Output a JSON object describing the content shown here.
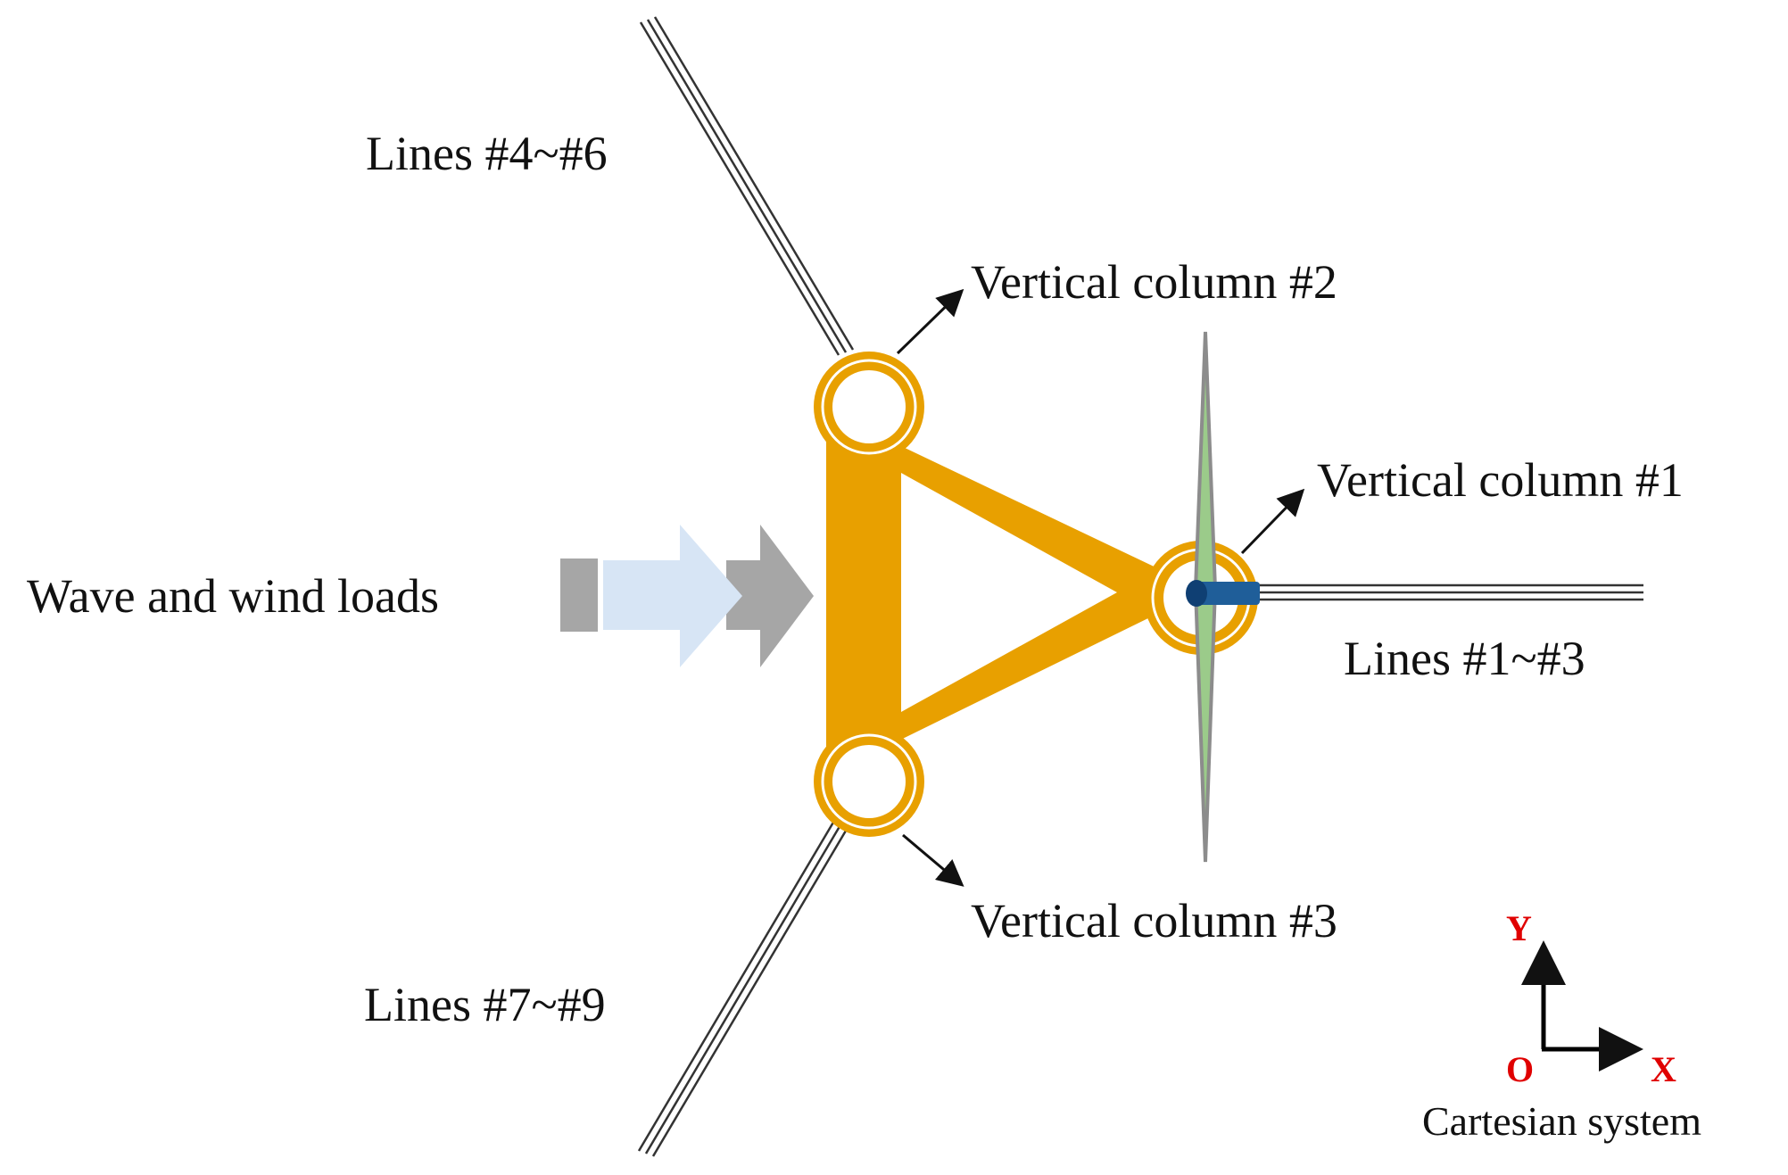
{
  "labels": {
    "lines_4_6": "Lines #4~#6",
    "lines_7_9": "Lines #7~#9",
    "lines_1_3": "Lines #1~#3",
    "column_1": "Vertical column #1",
    "column_2": "Vertical column #2",
    "column_3": "Vertical column #3",
    "loads": "Wave and wind loads"
  },
  "axes": {
    "y": "Y",
    "x": "X",
    "origin": "O",
    "caption": "Cartesian system"
  },
  "colors": {
    "platform": "#E8A000",
    "column_fill": "#FFFFFF",
    "mooring_line": "#333333",
    "axis_text": "#E00000",
    "blade": "#9BCB8A",
    "hub": "#1F5E99",
    "load_light": "#D7E5F5",
    "load_dark": "#A6A6A6"
  }
}
